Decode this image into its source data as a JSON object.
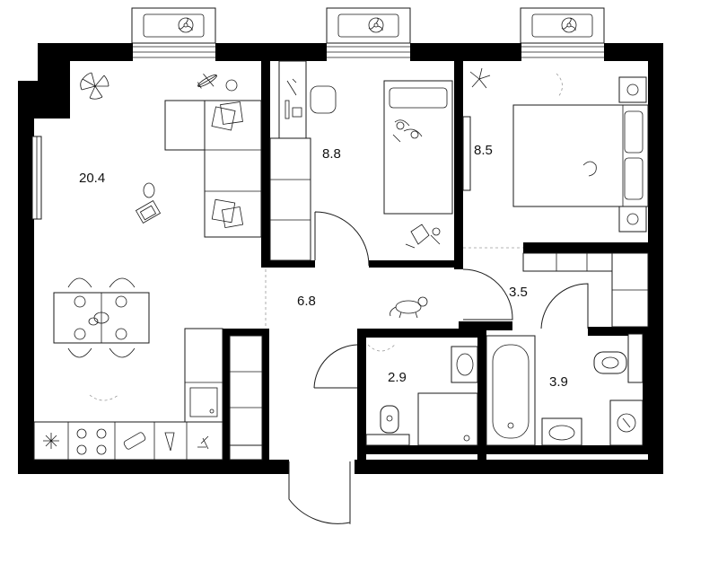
{
  "rooms": {
    "living_kitchen": {
      "area": "20.4"
    },
    "kids_bedroom": {
      "area": "8.8"
    },
    "bedroom": {
      "area": "8.5"
    },
    "hallway": {
      "area": "6.8"
    },
    "corridor": {
      "area": "3.5"
    },
    "toilet": {
      "area": "2.9"
    },
    "bathroom": {
      "area": "3.9"
    }
  },
  "icons": {
    "plant": "plant-icon",
    "fan": "fan-icon",
    "cat": "cat-icon",
    "airplane": "airplane-toy-icon",
    "hob": "hob-icon"
  },
  "colors": {
    "wall": "#000000",
    "line": "#1a1a1a",
    "background": "#ffffff"
  }
}
